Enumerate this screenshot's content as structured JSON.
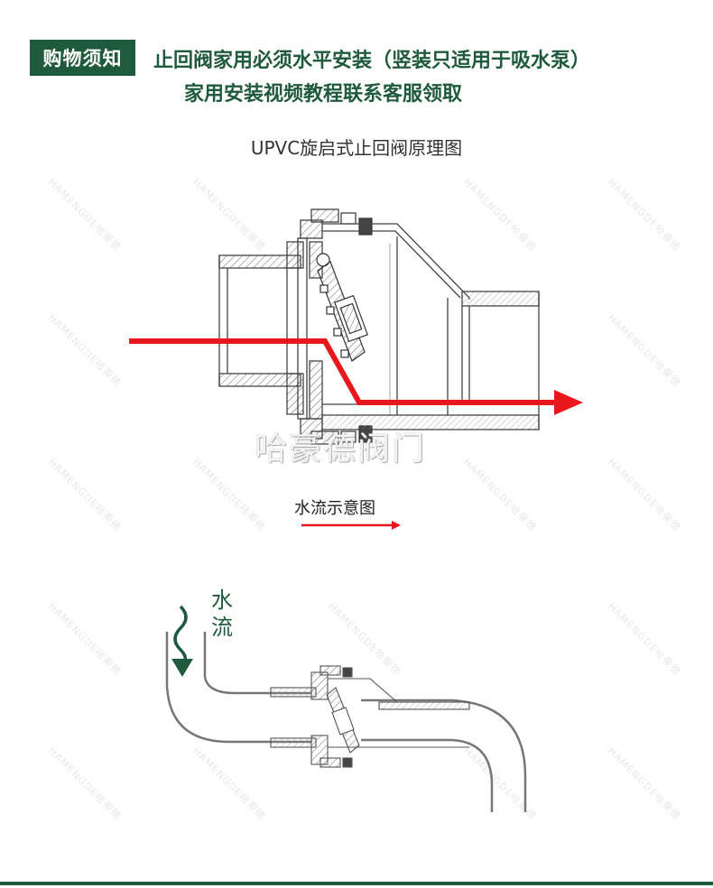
{
  "header": {
    "badge": "购物须知",
    "line1": "止回阀家用必须水平安装（竖装只适用于吸水泵）",
    "line2": "家用安装视频教程联系客服领取"
  },
  "diagram": {
    "title": "UPVC旋启式止回阀原理图",
    "flow_legend": "水流示意图",
    "water_label_1": "水",
    "water_label_2": "流"
  },
  "brand_watermark": "哈豪德阀门",
  "watermark_text": "HAMENGDE哈豪德",
  "colors": {
    "accent_green": "#1f5a3c",
    "flow_red": "#e8171c"
  }
}
